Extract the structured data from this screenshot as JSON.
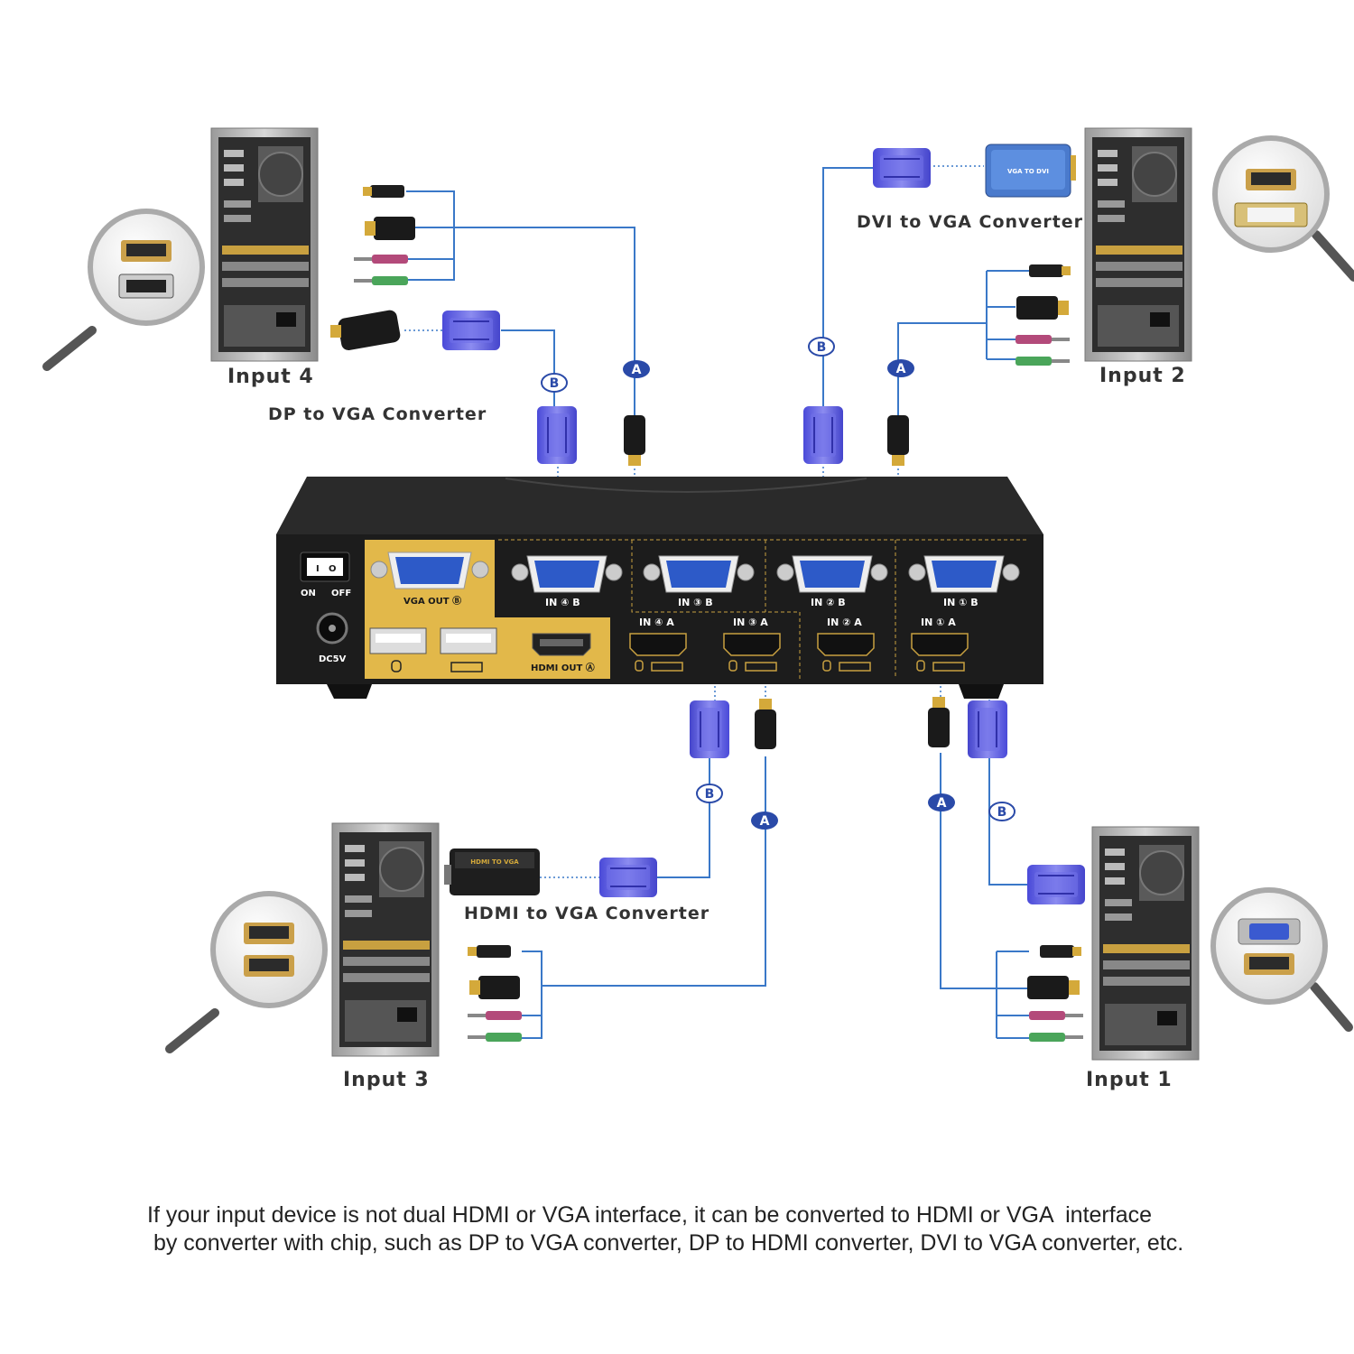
{
  "labels": {
    "input4": "Input 4",
    "input2": "Input 2",
    "input3": "Input 3",
    "input1": "Input 1",
    "dp_vga": "DP to VGA Converter",
    "dvi_vga": "DVI to VGA Converter",
    "hdmi_vga": "HDMI to VGA Converter"
  },
  "badges": {
    "a": "A",
    "b": "B"
  },
  "switch": {
    "power_on": "ON",
    "power_off": "OFF",
    "dc": "DC5V",
    "vga_out": "VGA OUT Ⓑ",
    "hdmi_out": "HDMI OUT Ⓐ",
    "in4b": "IN ④ B",
    "in3b": "IN ③ B",
    "in2b": "IN ② B",
    "in1b": "IN ① B",
    "in4a": "IN ④ A",
    "in3a": "IN ③ A",
    "in2a": "IN ② A",
    "in1a": "IN ① A"
  },
  "converters": {
    "dvi_box_text": "VGA TO DVI",
    "hdmi_box_text": "HDMI TO VGA"
  },
  "caption": {
    "line1": "If your input device is not dual HDMI or VGA interface, it can be converted to HDMI or VGA  interface",
    "line2": " by converter with chip, such as DP to VGA converter, DP to HDMI converter, DVI to VGA converter, etc."
  },
  "colors": {
    "line": "#3a78c8",
    "gold": "#e2b84a",
    "vga": "#6a6ae8",
    "body": "#1c1c1c"
  }
}
